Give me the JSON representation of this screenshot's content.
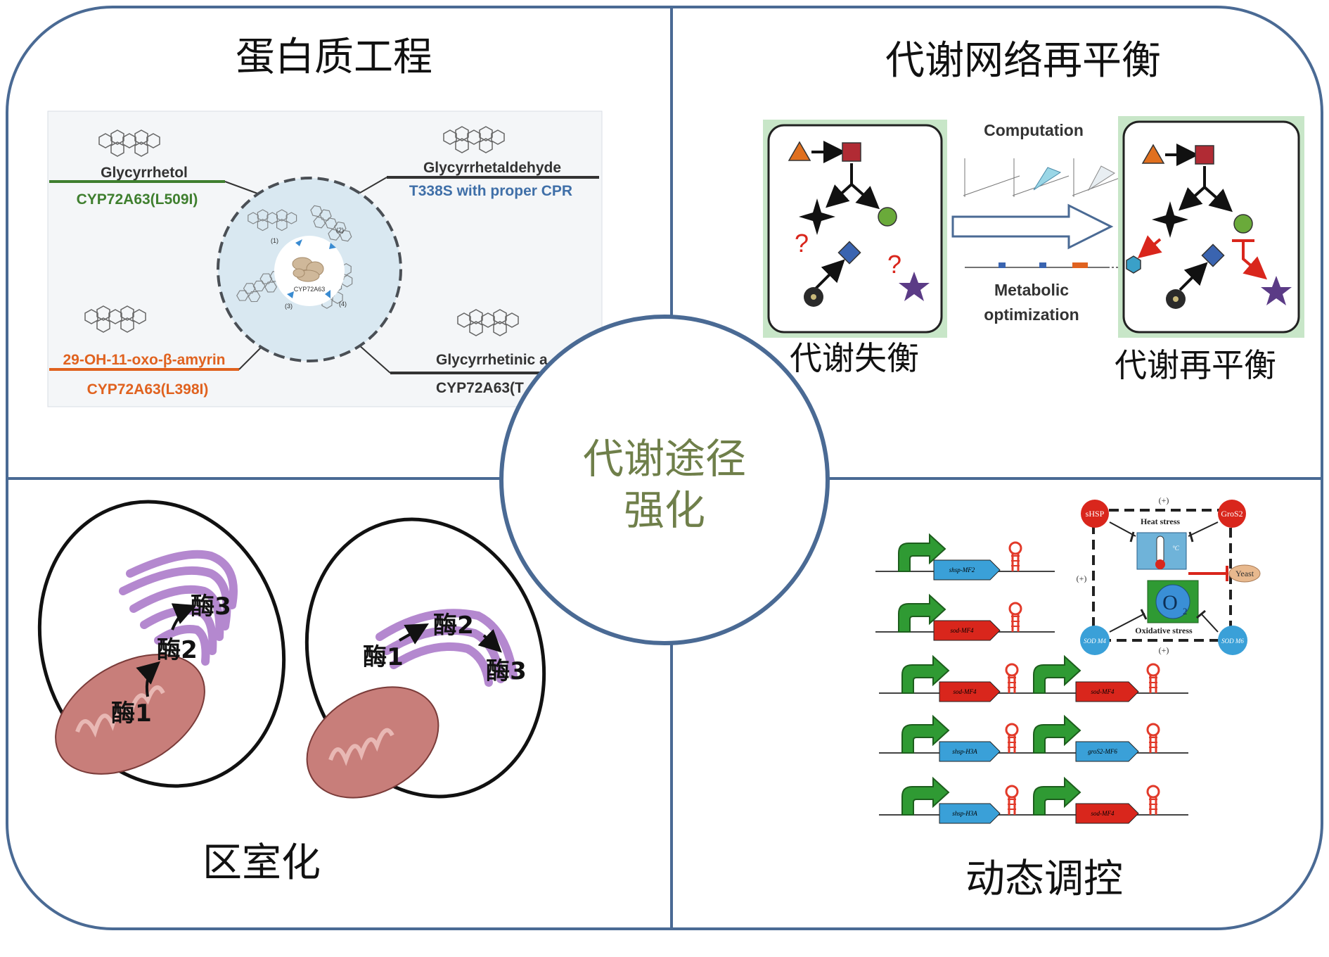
{
  "center": {
    "line1": "代谢途径",
    "line2": "强化"
  },
  "quadrants": {
    "top_left": {
      "title": "蛋白质工程",
      "compounds": {
        "c1": {
          "name": "Glycyrrhetol",
          "enzyme": "CYP72A63(L509I)"
        },
        "c2": {
          "name": "Glycyrrhetaldehyde",
          "enzyme": "T338S with proper CPR"
        },
        "c3": {
          "name": "29-OH-11-oxo-β-amyrin",
          "enzyme": "CYP72A63(L398I)"
        },
        "c4": {
          "name": "Glycyrrhetinic a",
          "enzyme": "CYP72A63(T"
        }
      },
      "protein_label": "CYP72A63",
      "step_labels": [
        "(1)",
        "(2)",
        "(3)",
        "(4)"
      ]
    },
    "top_right": {
      "title": "代谢网络再平衡",
      "computation": "Computation",
      "metabolic_line1": "Metabolic",
      "metabolic_line2": "optimization",
      "left_caption": "代谢失衡",
      "right_caption": "代谢再平衡",
      "question_mark": "?"
    },
    "bottom_left": {
      "title": "区室化",
      "enzymes": [
        "酶1",
        "酶2",
        "酶3"
      ]
    },
    "bottom_right": {
      "title": "动态调控",
      "circuit": {
        "heat": "Heat stress",
        "oxidative": "Oxidative stress",
        "yeast": "Yeast",
        "o2": "O",
        "o2_sub": "2",
        "shsp": "sHSP",
        "groes": "GroS2",
        "sod1": "SOD M4",
        "sod2": "SOD M6",
        "plus": "(+)",
        "temp": "°C"
      },
      "gene_labels": [
        "shsp-MF2",
        "sod-MF4",
        "sod-MF4",
        "sod-MF4",
        "shsp-H3A",
        "groS2-MF6",
        "shsp-H3A",
        "sod-MF4"
      ]
    }
  },
  "colors": {
    "frame": "#4a6a94",
    "center_text": "#6f7f4a",
    "green_box": "#c8e6c8",
    "enzyme_green": "#3f7f2f",
    "enzyme_blue": "#3f6fa8",
    "enzyme_orange": "#e0621f",
    "organelle_purple": "#b488cf",
    "mito_pink": "#c87e7a",
    "arrow_green": "#2f9a33",
    "gene_red": "#d9261c",
    "gene_blue": "#3aa0d8",
    "hairpin_red": "#e23a2a"
  }
}
